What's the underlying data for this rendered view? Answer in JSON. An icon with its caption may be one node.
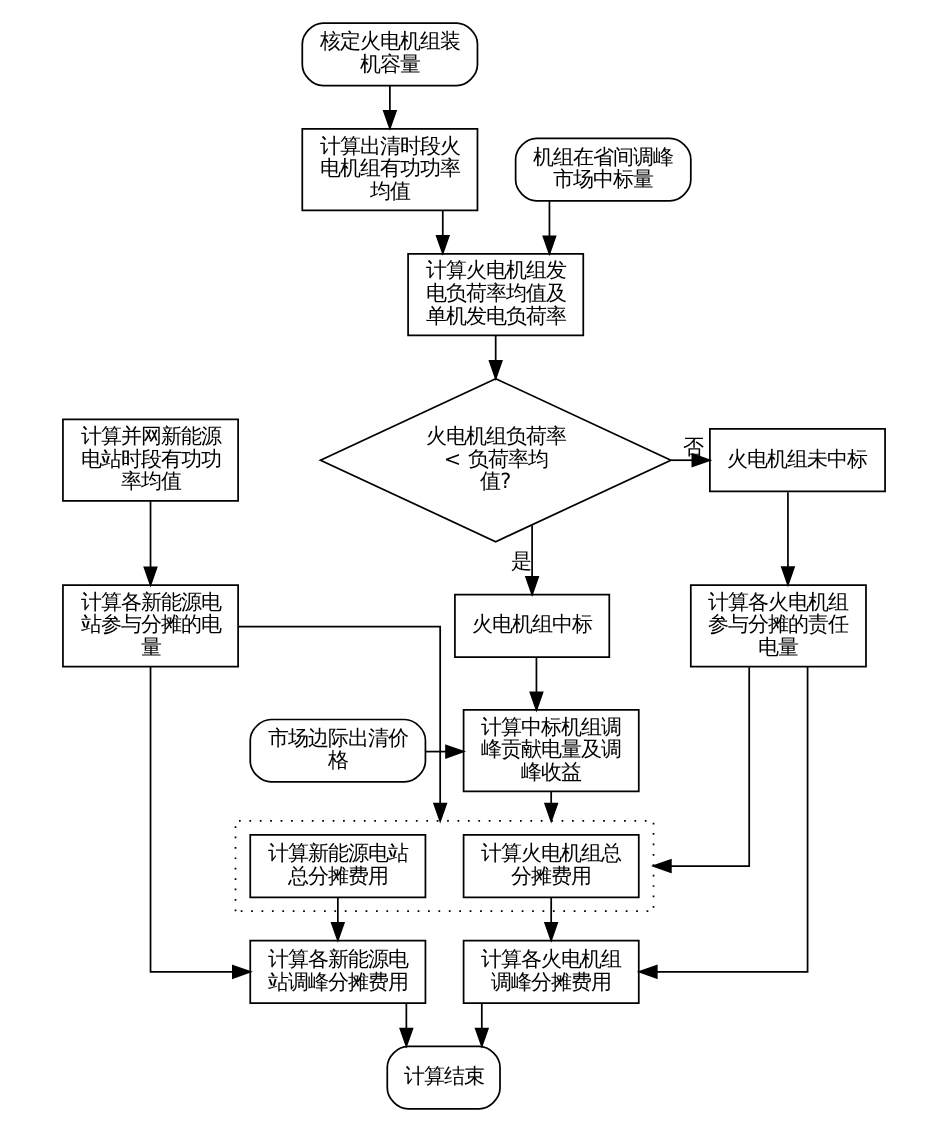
{
  "diagram": {
    "nodes": [
      {
        "text": [
          "核定火电机组装机容量"
        ]
      },
      {
        "text": [
          "计算出清时段火电机组有功功率均值"
        ]
      },
      {
        "text": [
          "机组在省间调峰市场中标量"
        ]
      },
      {
        "text": [
          "计算火电机组发电负荷率均值及单机发电负荷率"
        ]
      },
      {
        "text": [
          "火电机组负荷率 < 负荷率均值?"
        ]
      },
      {
        "text": [
          "火电机组未中标"
        ]
      },
      {
        "text": [
          "计算并网新能源电站时段有功功率均值"
        ]
      },
      {
        "text": [
          "火电机组中标"
        ]
      },
      {
        "text": [
          "计算各火电机组参与分摊的责任电量"
        ]
      },
      {
        "text": [
          "计算各新能源电站参与分摊的电量"
        ]
      },
      {
        "text": [
          "市场边际出清价格"
        ]
      },
      {
        "text": [
          "计算中标机组调峰贡献电量及调峰收益"
        ]
      },
      {
        "text": [],
        "shape": "box"
      },
      {
        "text": [
          "计算火电机组总分摊费用"
        ],
        "in": 12
      },
      {
        "text": [
          "计算新能源电站总分摊费用"
        ],
        "in": 12
      },
      {
        "text": [
          "计算各火电机组调峰分摊费用"
        ]
      },
      {
        "text": [
          "计算各新能源电站调峰分摊费用"
        ]
      },
      {
        "text": [
          "计算结束"
        ]
      }
    ],
    "edges": [
      {
        "from": 0,
        "to": 1,
        "arrow": "to"
      },
      {
        "from": 1,
        "to": 3,
        "arrow": "to"
      },
      {
        "from": 2,
        "to": 3,
        "arrow": "to"
      },
      {
        "from": 3,
        "to": 4,
        "arrow": "to"
      },
      {
        "from": 4,
        "to": 5,
        "arrow": "to",
        "label": "否"
      },
      {
        "from": 4,
        "to": 7,
        "arrow": "to",
        "label": "是"
      },
      {
        "from": 5,
        "to": 8,
        "arrow": "to"
      },
      {
        "from": 6,
        "to": 9,
        "arrow": "to"
      },
      {
        "from": 7,
        "to": 11,
        "arrow": "to"
      },
      {
        "from": 10,
        "to": 11,
        "arrow": "to"
      },
      {
        "from": 11,
        "to": 12,
        "arrow": "to"
      },
      {
        "from": 8,
        "to": 12,
        "arrow": "to"
      },
      {
        "from": 9,
        "to": 12,
        "arrow": "to"
      },
      {
        "from": 8,
        "to": 15,
        "arrow": "to"
      },
      {
        "from": 9,
        "to": 16,
        "arrow": "to"
      },
      {
        "from": 13,
        "to": 15,
        "arrow": "to"
      },
      {
        "from": 14,
        "to": 16,
        "arrow": "to"
      },
      {
        "from": 15,
        "to": 17,
        "arrow": "to"
      },
      {
        "from": 16,
        "to": 17,
        "arrow": "to"
      }
    ]
  }
}
